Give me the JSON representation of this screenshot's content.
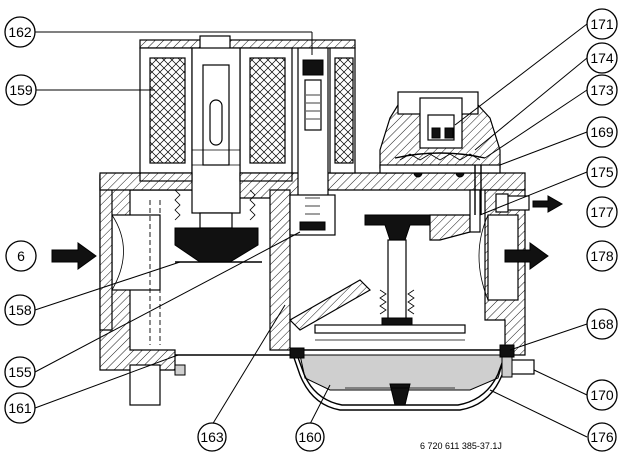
{
  "diagram": {
    "document_ref": "6 720 611 385-37.1J",
    "callouts": [
      {
        "id": "c162",
        "label": "162"
      },
      {
        "id": "c159",
        "label": "159"
      },
      {
        "id": "c6",
        "label": "6"
      },
      {
        "id": "c158",
        "label": "158"
      },
      {
        "id": "c155",
        "label": "155"
      },
      {
        "id": "c161",
        "label": "161"
      },
      {
        "id": "c163",
        "label": "163"
      },
      {
        "id": "c160",
        "label": "160"
      },
      {
        "id": "c171",
        "label": "171"
      },
      {
        "id": "c174",
        "label": "174"
      },
      {
        "id": "c173",
        "label": "173"
      },
      {
        "id": "c169",
        "label": "169"
      },
      {
        "id": "c175",
        "label": "175"
      },
      {
        "id": "c177",
        "label": "177"
      },
      {
        "id": "c178",
        "label": "178"
      },
      {
        "id": "c168",
        "label": "168"
      },
      {
        "id": "c170",
        "label": "170"
      },
      {
        "id": "c176",
        "label": "176"
      }
    ]
  }
}
